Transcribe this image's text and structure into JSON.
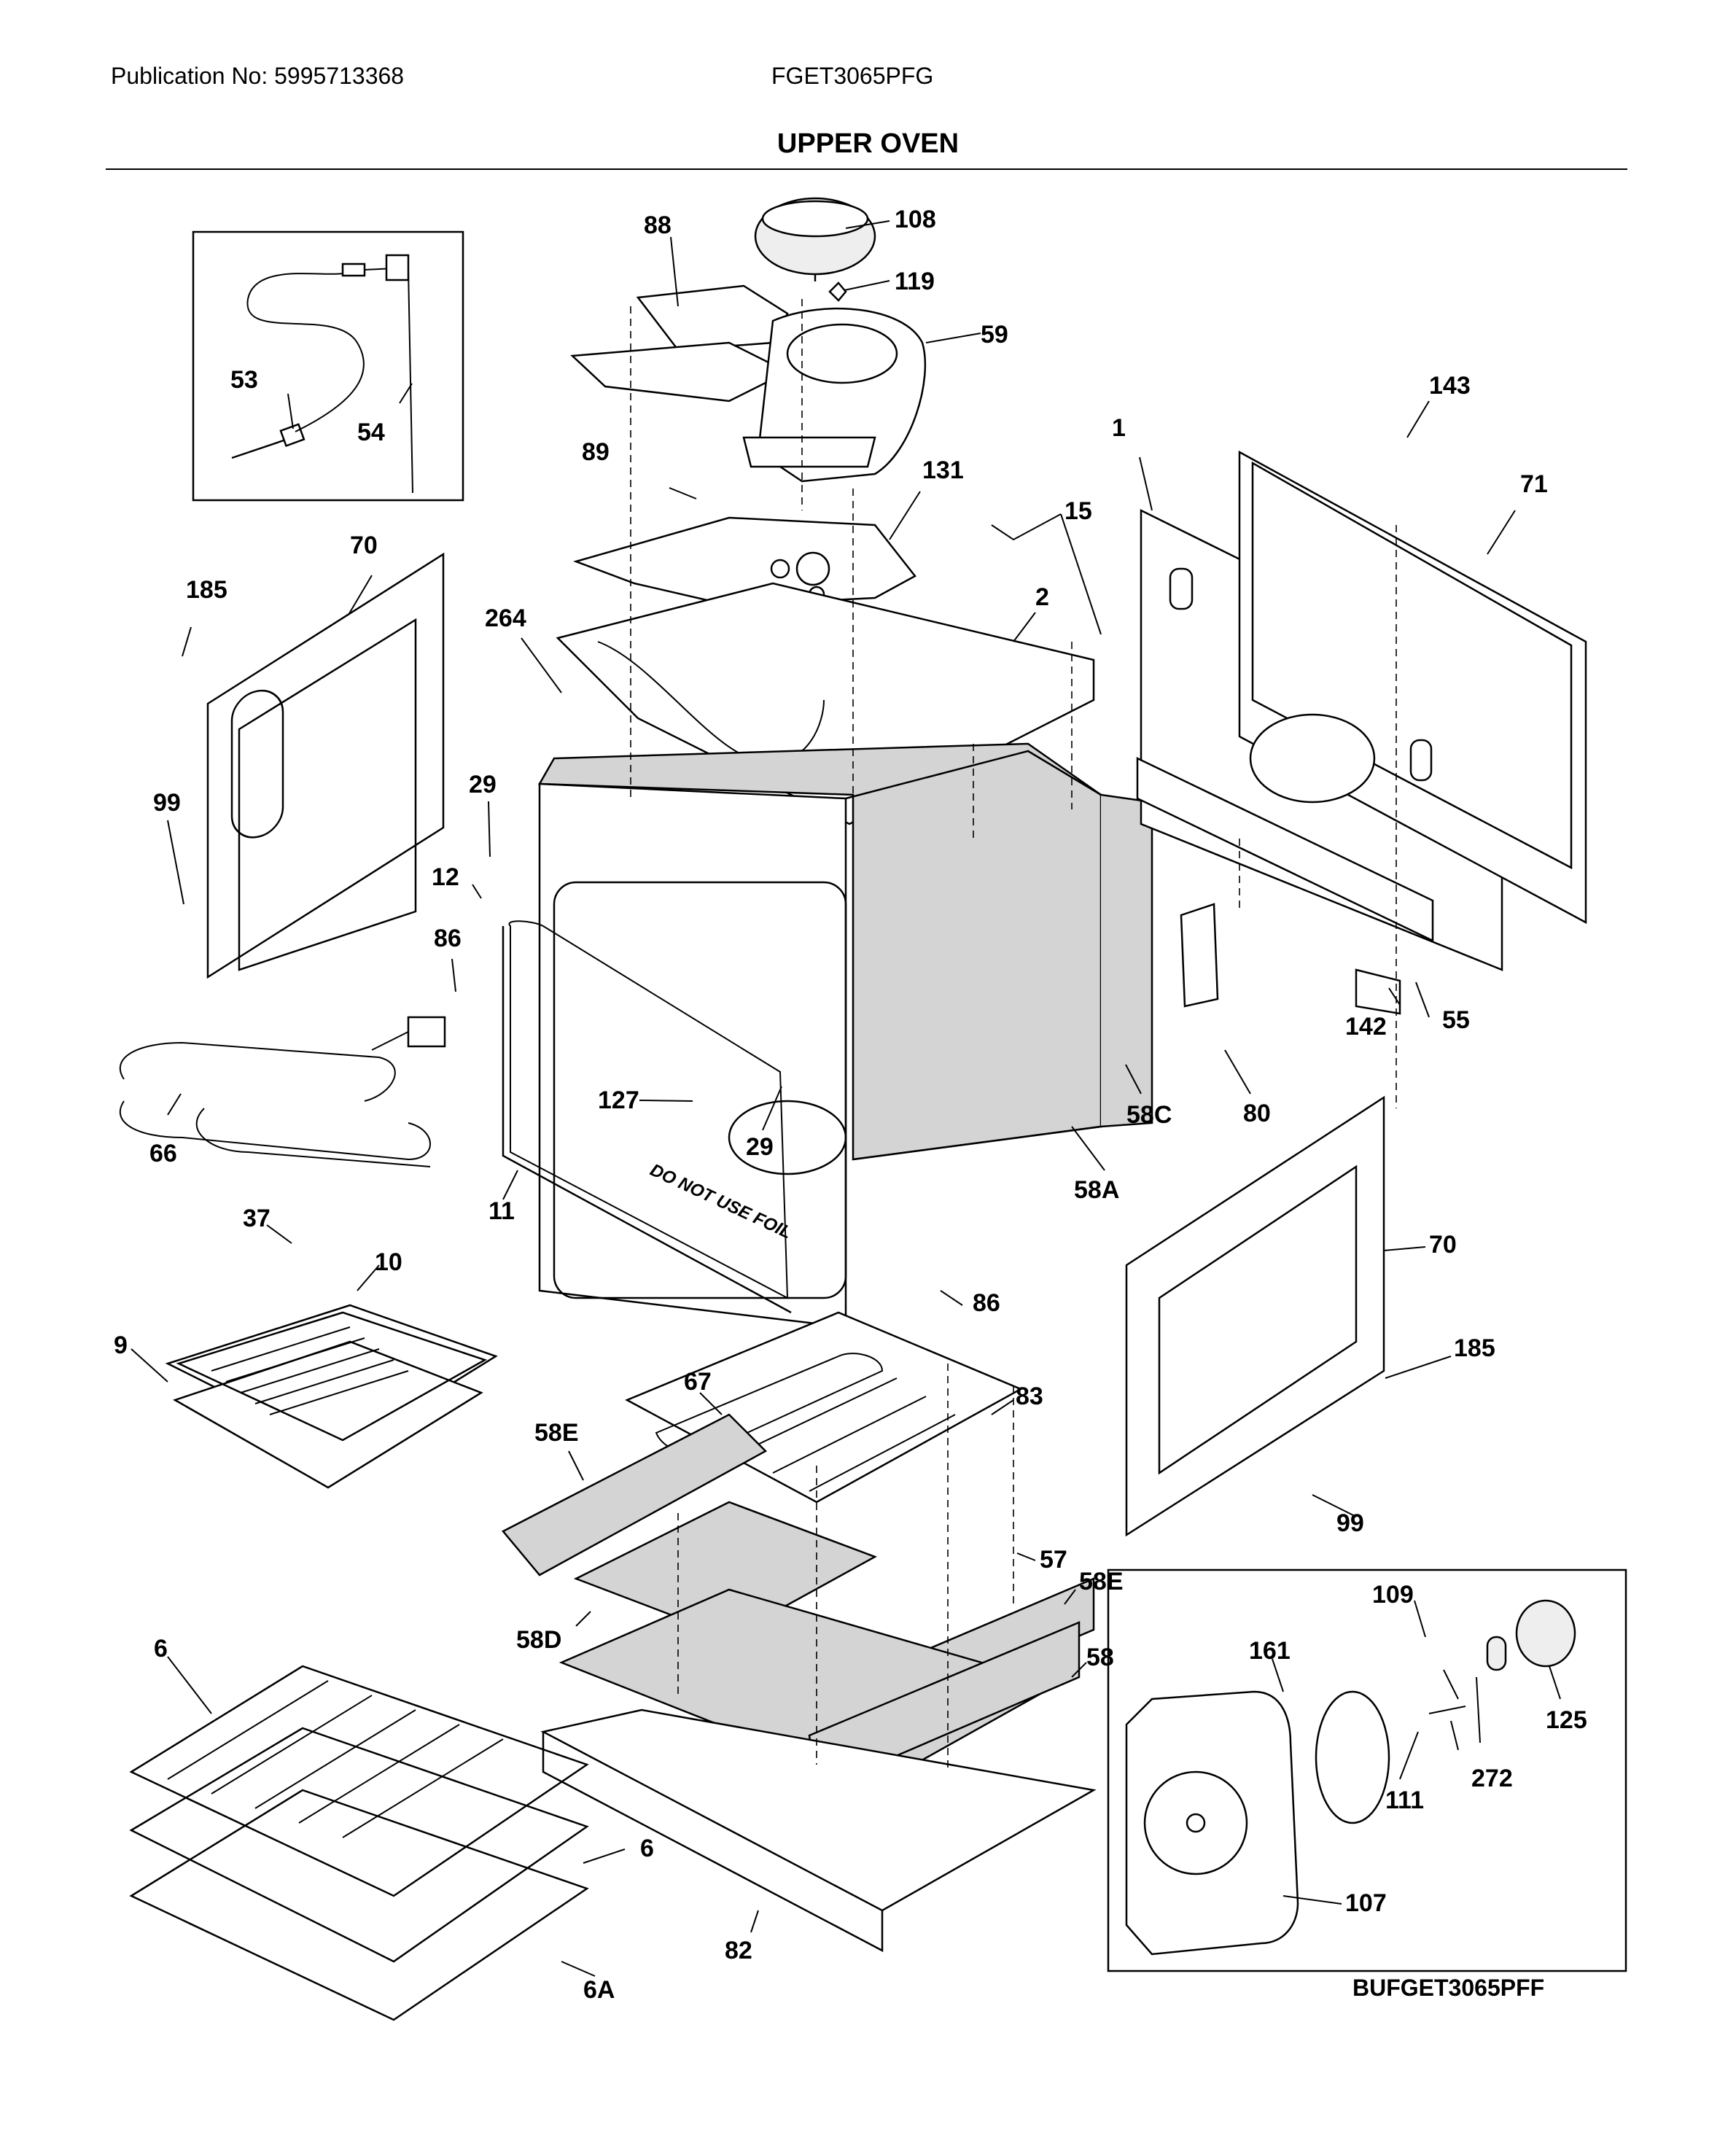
{
  "header": {
    "publication": "Publication No: 5995713368",
    "model": "FGET3065PFG",
    "title": "UPPER OVEN"
  },
  "footer": {
    "code": "BUFGET3065PFF"
  },
  "oven_door_text": "DO NOT USE FOIL",
  "callouts": {
    "c108": "108",
    "c119": "119",
    "c88": "88",
    "c59": "59",
    "c53": "53",
    "c54": "54",
    "c143": "143",
    "c71": "71",
    "c1": "1",
    "c89": "89",
    "c131": "131",
    "c15": "15",
    "c70a": "70",
    "c185a": "185",
    "c264": "264",
    "c2": "2",
    "c29a": "29",
    "c99a": "99",
    "c12": "12",
    "c86a": "86",
    "c142": "142",
    "c55": "55",
    "c127": "127",
    "c29b": "29",
    "c66": "66",
    "c58C": "58C",
    "c80": "80",
    "c11": "11",
    "c58A": "58A",
    "c37": "37",
    "c10": "10",
    "c70b": "70",
    "c86b": "86",
    "c9": "9",
    "c185b": "185",
    "c67": "67",
    "c83": "83",
    "c58Ea": "58E",
    "c99b": "99",
    "c57": "57",
    "c58Eb": "58E",
    "c58D": "58D",
    "c109": "109",
    "c6a": "6",
    "c58": "58",
    "c161": "161",
    "c125": "125",
    "c272": "272",
    "c111": "111",
    "c6b": "6",
    "c107": "107",
    "c82": "82",
    "c6A": "6A"
  }
}
